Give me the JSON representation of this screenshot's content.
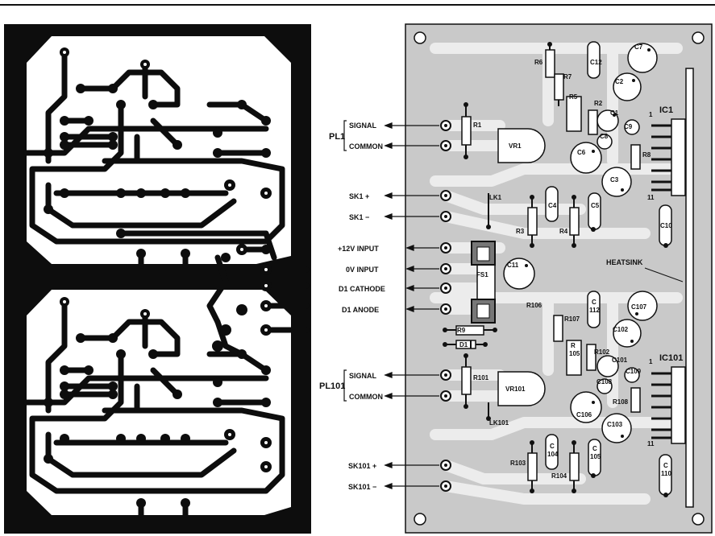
{
  "connectors": {
    "pl1": "PL1",
    "signal": "SIGNAL",
    "common": "COMMON",
    "sk1_plus": "SK1 +",
    "sk1_minus": "SK1 −",
    "v12_input": "+12V INPUT",
    "ov_input": "0V INPUT",
    "d1_cathode": "D1 CATHODE",
    "d1_anode": "D1 ANODE",
    "pl101": "PL101",
    "signal2": "SIGNAL",
    "common2": "COMMON",
    "sk101_plus": "SK101 +",
    "sk101_minus": "SK101 −"
  },
  "components": {
    "r1": "R1",
    "vr1": "VR1",
    "r2": "R2",
    "r3": "R3",
    "r4": "R4",
    "r5": "R5",
    "r6": "R6",
    "r7": "R7",
    "r8": "R8",
    "r9": "R9",
    "c1": "C1",
    "c2": "C2",
    "c3": "C3",
    "c4": "C4",
    "c5": "C5",
    "c6": "C6",
    "c7": "C7",
    "c8": "C8",
    "c9": "C9",
    "c10": "C10",
    "c11": "C11",
    "c12": "C12",
    "ic1": "IC1",
    "lk1": "LK1",
    "fs1": "FS1",
    "d1": "D1",
    "heatsink": "HEATSINK",
    "r101": "R101",
    "vr101": "VR101",
    "r102": "R102",
    "r103": "R103",
    "r104": "R104",
    "r105_a": "R",
    "r105_b": "105",
    "r106": "R106",
    "r107": "R107",
    "r108": "R108",
    "c101": "C101",
    "c102": "C102",
    "c103": "C103",
    "c104_a": "C",
    "c104_b": "104",
    "c105_a": "C",
    "c105_b": "105",
    "c106": "C106",
    "c107": "C107",
    "c108": "C108",
    "c109": "C109",
    "c110_a": "C",
    "c110_b": "110",
    "c112_a": "C",
    "c112_b": "112",
    "ic101": "IC101",
    "lk101": "LK101",
    "pin1": "1",
    "pin11": "11",
    "pin1b": "1",
    "pin11b": "11"
  },
  "colors": {
    "board": "#ffffff",
    "copper": "#0d0d0d",
    "overlay_board": "#c9c9c9",
    "ink": "#111111"
  }
}
